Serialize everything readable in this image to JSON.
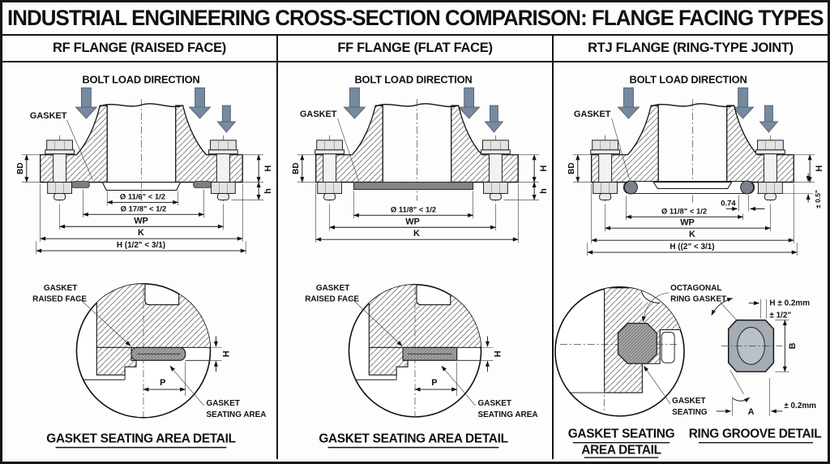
{
  "title": "INDUSTRIAL ENGINEERING CROSS-SECTION COMPARISON: FLANGE FACING TYPES",
  "colors": {
    "line": "#151515",
    "arrow_fill": "#76899e",
    "arrow_stroke": "#55687c",
    "gasket_dark": "#7d7d7d",
    "gasket_bar": "#8d8d8d",
    "detail_gasket": "#a8a8a8",
    "ring_octagon": "#a5acb3",
    "bolt_fill": "#e2e2e2"
  },
  "columns": [
    {
      "header": "RF FLANGE (RAISED FACE)",
      "xsec": {
        "bolt_load": "BOLT LOAD DIRECTION",
        "gasket": "GASKET",
        "bd": "BD",
        "H": "H",
        "h": "h",
        "dia1": "Ø 11/6\" < 1/2",
        "dia2": "Ø 17/8\" < 1/2",
        "wp": "WP",
        "k": "K",
        "overall": "H (1/2\" < 3/1)"
      },
      "detail": {
        "label_line1": "GASKET",
        "label_line2": "RAISED FACE",
        "H": "H",
        "P": "P",
        "seating_line1": "GASKET",
        "seating_line2": "SEATING AREA",
        "caption": "GASKET SEATING AREA DETAIL"
      }
    },
    {
      "header": "FF FLANGE (FLAT FACE)",
      "xsec": {
        "bolt_load": "BOLT LOAD DIRECTION",
        "gasket": "GASKET",
        "bd": "BD",
        "H": "H",
        "h": "h",
        "dia1": "Ø 11/8\" < 1/2",
        "wp": "WP",
        "k": "K"
      },
      "detail": {
        "label_line1": "GASKET",
        "label_line2": "RAISED FACE",
        "H": "H",
        "P": "P",
        "seating_line1": "GASKET",
        "seating_line2": "SEATING AREA",
        "caption": "GASKET SEATING AREA DETAIL"
      }
    },
    {
      "header": "RTJ FLANGE (RING-TYPE JOINT)",
      "xsec": {
        "bolt_load": "BOLT LOAD DIRECTION",
        "gasket": "GASKET",
        "bd": "BD",
        "H": "H",
        "tol": "± 0.5\"",
        "gap": "0.74",
        "dia1": "Ø 11/8\" < 1/2",
        "wp": "WP",
        "k": "K",
        "overall": "H ((2\" < 3/1)"
      },
      "detail": {
        "octagonal_line1": "OCTAGONAL",
        "octagonal_line2": "RING GASKET",
        "seating_line1": "GASKET",
        "seating_line2": "SEATING",
        "caption_line1": "GASKET SEATING",
        "caption_line2": "AREA DETAIL"
      },
      "ring": {
        "dim_h": "H ± 0.2mm",
        "dim_half": "± 1/2\"",
        "B": "B",
        "A": "A",
        "tol": "± 0.2mm",
        "caption": "RING GROOVE DETAIL"
      }
    }
  ]
}
